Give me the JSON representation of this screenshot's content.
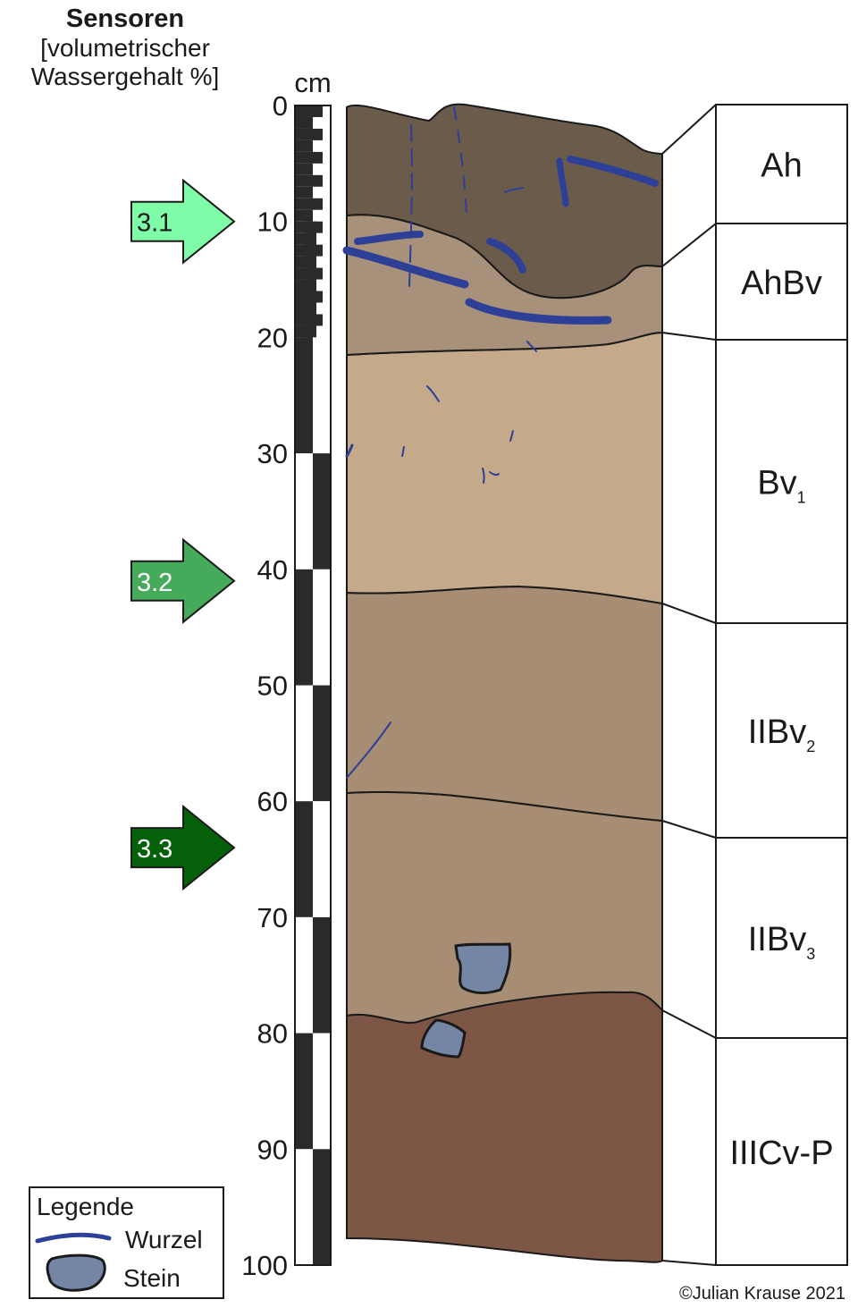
{
  "header": {
    "title": "Sensoren",
    "subtitle_line1": "[volumetrischer",
    "subtitle_line2": "Wassergehalt %]"
  },
  "scale": {
    "unit": "cm",
    "min": 0,
    "max": 100,
    "ticks": [
      "0",
      "10",
      "20",
      "30",
      "40",
      "50",
      "60",
      "70",
      "80",
      "90",
      "100"
    ]
  },
  "sensors": [
    {
      "label": "3.1",
      "depth_cm": 10,
      "color": "#7ffca8",
      "text_color": "#1a1a1a"
    },
    {
      "label": "3.2",
      "depth_cm": 41,
      "color": "#45ab5a",
      "text_color": "#ffffff"
    },
    {
      "label": "3.3",
      "depth_cm": 64,
      "color": "#046109",
      "text_color": "#ffffff"
    }
  ],
  "horizons": [
    {
      "name": "Ah",
      "sub": "",
      "top_cm": 0,
      "bottom_cm": 10,
      "color": "#6b5b4a"
    },
    {
      "name": "AhBv",
      "sub": "",
      "top_cm": 10,
      "bottom_cm": 20,
      "color": "#a8917a"
    },
    {
      "name": "Bv",
      "sub": "1",
      "top_cm": 20,
      "bottom_cm": 44,
      "color": "#c4aa8a"
    },
    {
      "name": "IIBv",
      "sub": "2",
      "top_cm": 44,
      "bottom_cm": 62,
      "color": "#a68d74"
    },
    {
      "name": "IIBv",
      "sub": "3",
      "top_cm": 62,
      "bottom_cm": 79,
      "color": "#a68d74"
    },
    {
      "name": "IIICv-P",
      "sub": "",
      "top_cm": 79,
      "bottom_cm": 100,
      "color": "#7e5646"
    }
  ],
  "legend": {
    "title": "Legende",
    "items": [
      {
        "label": "Wurzel",
        "icon": "root-icon",
        "color": "#2d3f96"
      },
      {
        "label": "Stein",
        "icon": "stone-icon",
        "color": "#7486a3"
      }
    ]
  },
  "copyright": "©Julian Krause 2021"
}
